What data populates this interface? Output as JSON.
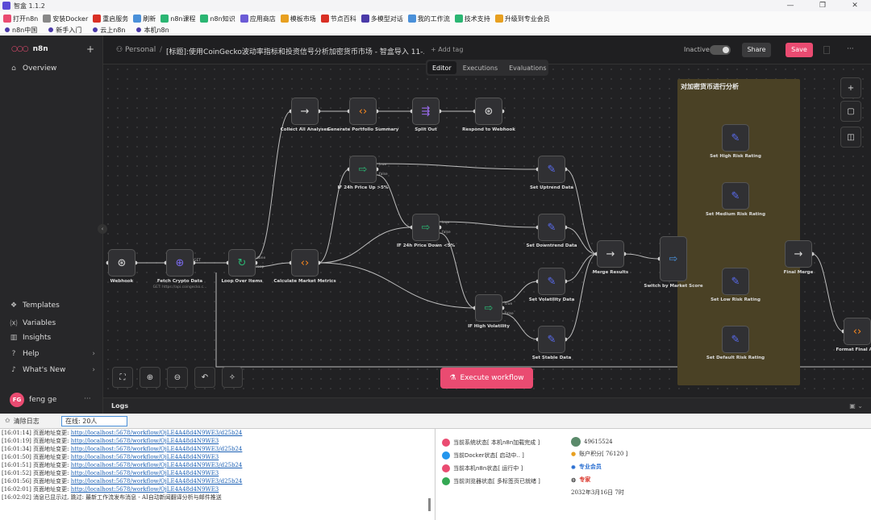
{
  "window": {
    "title": "智盒 1.1.2",
    "min": "—",
    "restore": "❐",
    "close": "✕"
  },
  "toolbar": [
    {
      "label": "打开n8n",
      "color": "#ea4b71"
    },
    {
      "label": "安装Docker",
      "color": "#888888"
    },
    {
      "label": "重启服务",
      "color": "#d93025"
    },
    {
      "label": "刷新",
      "color": "#4a90d9"
    },
    {
      "label": "n8n课程",
      "color": "#2bb673"
    },
    {
      "label": "n8n知识",
      "color": "#2bb673"
    },
    {
      "label": "应用商店",
      "color": "#6b5bd6"
    },
    {
      "label": "模板市场",
      "color": "#e8a020"
    },
    {
      "label": "节点百科",
      "color": "#d93025"
    },
    {
      "label": "多模型对话",
      "color": "#4a3aa8"
    },
    {
      "label": "我的工作流",
      "color": "#4a90d9"
    },
    {
      "label": "技术支持",
      "color": "#2bb673"
    },
    {
      "label": "升级到专业会员",
      "color": "#e8a020"
    }
  ],
  "bookmarks": [
    "n8n中国",
    "新手入门",
    "云上n8n",
    "本机n8n"
  ],
  "sidebar": {
    "brand": "n8n",
    "add": "+",
    "overview": "Overview",
    "items": [
      "Templates",
      "Variables",
      "Insights",
      "Help",
      "What's New"
    ],
    "user": {
      "initials": "FG",
      "name": "feng ge",
      "more": "···"
    }
  },
  "header": {
    "project": "Personal",
    "name": "[标题]:使用CoinGecko波动率指标和投资信号分析加密货币市场 - 智盒导入 11-...",
    "add_tag": "+ Add tag",
    "inactive": "Inactive",
    "share": "Share",
    "save": "Save",
    "more": "···"
  },
  "tabs": [
    "Editor",
    "Executions",
    "Evaluations"
  ],
  "sticky_title": "对加密货币进行分析",
  "nodes": [
    {
      "id": "webhook",
      "label": "Webhook",
      "glyph": "⊛",
      "color": "#dddddd"
    },
    {
      "id": "fetch",
      "label": "Fetch Crypto Data",
      "sub": "GET: https://api.coingecko.c...",
      "glyph": "⊕",
      "color": "#7c6cf0"
    },
    {
      "id": "loop",
      "label": "Loop Over Items",
      "glyph": "↻",
      "color": "#2bb673"
    },
    {
      "id": "calc",
      "label": "Calculate Market Metrics",
      "glyph": "‹›",
      "color": "#ff8a1e"
    },
    {
      "id": "collect",
      "label": "Collect All Analyses",
      "glyph": "→",
      "color": "#dddddd"
    },
    {
      "id": "gen",
      "label": "Generate Portfolio Summary",
      "glyph": "‹›",
      "color": "#ff8a1e"
    },
    {
      "id": "split",
      "label": "Split Out",
      "glyph": "⇶",
      "color": "#9b6cf0"
    },
    {
      "id": "respond",
      "label": "Respond to Webhook",
      "glyph": "⊛",
      "color": "#dddddd"
    },
    {
      "id": "ifup",
      "label": "IF 24h Price Up >5%",
      "glyph": "⇨",
      "color": "#2bb673"
    },
    {
      "id": "ifdown",
      "label": "IF 24h Price Down <5%",
      "glyph": "⇨",
      "color": "#2bb673"
    },
    {
      "id": "ifvol",
      "label": "IF High Volatility",
      "glyph": "⇨",
      "color": "#2bb673"
    },
    {
      "id": "setup",
      "label": "Set Uptrend Data",
      "glyph": "✎",
      "color": "#5a6cf0"
    },
    {
      "id": "setdown",
      "label": "Set Downtrend Data",
      "glyph": "✎",
      "color": "#5a6cf0"
    },
    {
      "id": "setvol",
      "label": "Set Volatility Data",
      "glyph": "✎",
      "color": "#5a6cf0"
    },
    {
      "id": "setstable",
      "label": "Set Stable Data",
      "glyph": "✎",
      "color": "#5a6cf0"
    },
    {
      "id": "merge",
      "label": "Merge Results",
      "glyph": "→",
      "color": "#dddddd"
    },
    {
      "id": "switch",
      "label": "Switch by Market Score",
      "glyph": "⇨",
      "color": "#4a90d9"
    },
    {
      "id": "high",
      "label": "Set High Risk Rating",
      "glyph": "✎",
      "color": "#5a6cf0"
    },
    {
      "id": "med",
      "label": "Set Medium Risk Rating",
      "glyph": "✎",
      "color": "#5a6cf0"
    },
    {
      "id": "low",
      "label": "Set Low Risk Rating",
      "glyph": "✎",
      "color": "#5a6cf0"
    },
    {
      "id": "def",
      "label": "Set Default Risk Rating",
      "glyph": "✎",
      "color": "#5a6cf0"
    },
    {
      "id": "final",
      "label": "Final Merge",
      "glyph": "→",
      "color": "#dddddd"
    },
    {
      "id": "format",
      "label": "Format Final Ana",
      "glyph": "‹›",
      "color": "#ff8a1e"
    }
  ],
  "port_labels": [
    "GET",
    "done",
    "loop",
    "true",
    "false",
    "true",
    "false",
    "true",
    "false"
  ],
  "controls": [
    "⛶",
    "⊕",
    "⊖",
    "↶",
    "✧"
  ],
  "right_controls": [
    "+",
    "▢",
    "◫"
  ],
  "execute": "Execute workflow",
  "logs": {
    "title": "Logs",
    "right": "▣ ⌄"
  },
  "status": {
    "clear": "清除日志",
    "online": "在线: 20人"
  },
  "log_lines": [
    {
      "t": "[16:01:14]",
      "msg": "页面地址变更: ",
      "url": "http://localhost:5678/workflow/OjLE4A48d4N9WE3/d25b24"
    },
    {
      "t": "[16:01:19]",
      "msg": "页面地址变更: ",
      "url": "http://localhost:5678/workflow/OjLE4A48d4N9WE3"
    },
    {
      "t": "[16:01:34]",
      "msg": "页面地址变更: ",
      "url": "http://localhost:5678/workflow/OjLE4A48d4N9WE3/d25b24"
    },
    {
      "t": "[16:01:50]",
      "msg": "页面地址变更: ",
      "url": "http://localhost:5678/workflow/OjLE4A48d4N9WE3"
    },
    {
      "t": "[16:01:51]",
      "msg": "页面地址变更: ",
      "url": "http://localhost:5678/workflow/OjLE4A48d4N9WE3/d25b24"
    },
    {
      "t": "[16:01:52]",
      "msg": "页面地址变更: ",
      "url": "http://localhost:5678/workflow/OjLE4A48d4N9WE3"
    },
    {
      "t": "[16:01:56]",
      "msg": "页面地址变更: ",
      "url": "http://localhost:5678/workflow/OjLE4A48d4N9WE3/d25b24"
    },
    {
      "t": "[16:02:01]",
      "msg": "页面地址变更: ",
      "url": "http://localhost:5678/workflow/OjLE4A48d4N9WE3"
    },
    {
      "t": "[16:02:02]",
      "msg": "消息已显示过, 跳过: 最新工作流发布消息 - AI自动新闻翻译分析与邮件推送",
      "url": ""
    }
  ],
  "info": [
    {
      "text": "当前系统状态[ 本机n8n加载完成 ]",
      "color": "#ea4b71"
    },
    {
      "text": "当前Docker状态[ 启动中.. ]",
      "color": "#2496ed"
    },
    {
      "text": "当前本机n8n状态[ 运行中 ]",
      "color": "#ea4b71"
    },
    {
      "text": "当前浏览器状态[ 多标签页已就绪 ]",
      "color": "#34a853"
    }
  ],
  "user_info": {
    "id": "49615524",
    "points": "账户积分[ 76120 ]",
    "member": "专业会员",
    "level": "专家",
    "expiry": "2032年3月16日 7时"
  }
}
